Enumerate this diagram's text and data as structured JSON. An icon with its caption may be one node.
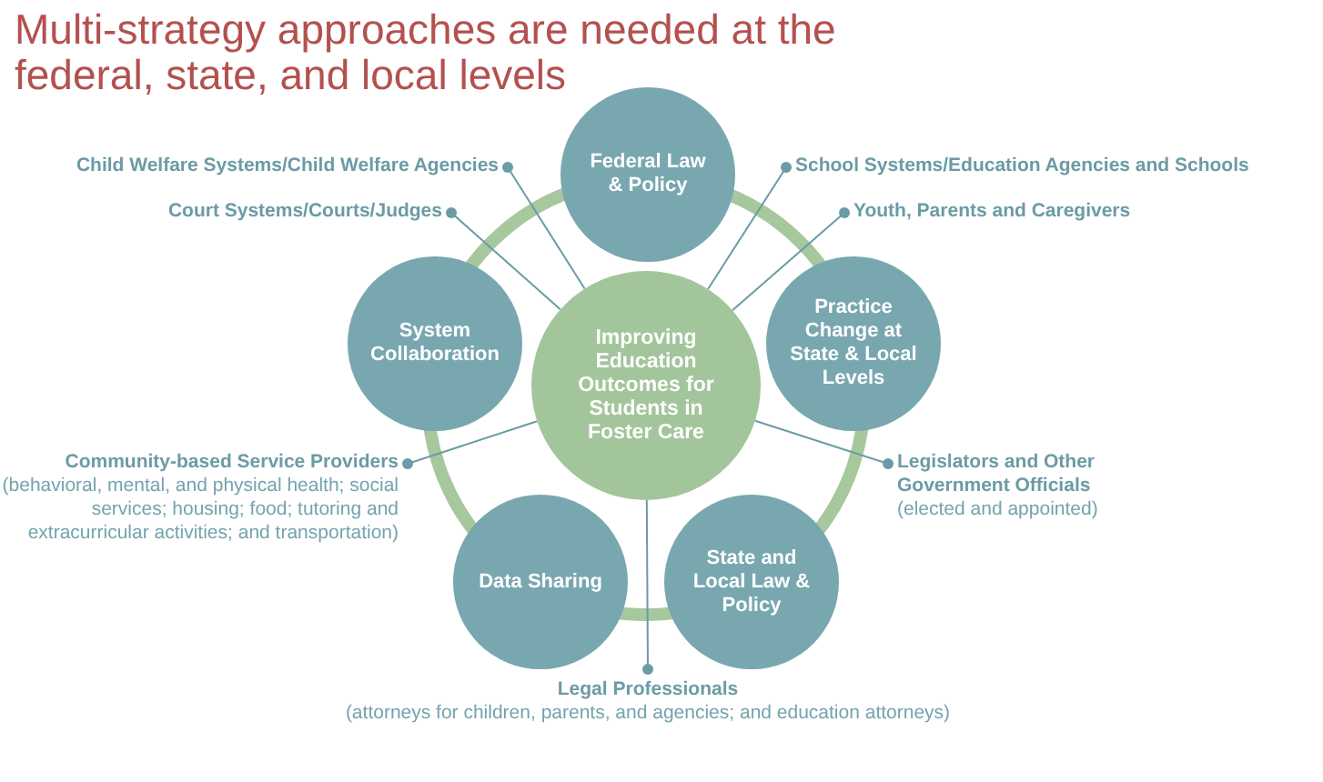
{
  "diagram": {
    "title": "Multi-strategy approaches are needed at the federal, state, and local levels",
    "nodes": [
      {
        "text": [
          "Improving Education Outcomes for Students in Foster Care"
        ]
      },
      {
        "text": [
          "Federal Law & Policy"
        ]
      },
      {
        "text": [
          "System Collaboration"
        ]
      },
      {
        "text": [
          "Practice Change at State & Local Levels"
        ]
      },
      {
        "text": [
          "Data Sharing"
        ]
      },
      {
        "text": [
          "State and Local Law & Policy"
        ]
      },
      {
        "text": [
          "Child Welfare Systems/Child Welfare Agencies"
        ]
      },
      {
        "text": [
          "Court Systems/Courts/Judges"
        ]
      },
      {
        "text": [
          "School Systems/Education Agencies and Schools"
        ]
      },
      {
        "text": [
          "Youth, Parents and Caregivers"
        ]
      },
      {
        "text": [
          "Community-based Service Providers",
          "(behavioral, mental, and physical health; social services; housing; food; tutoring and extracurricular activities; and transportation)"
        ]
      },
      {
        "text": [
          "Legislators and Other Government Officials",
          "(elected and appointed)"
        ]
      },
      {
        "text": [
          "Legal Professionals",
          "(attorneys for children, parents, and agencies; and education attorneys)"
        ]
      }
    ],
    "edges": [
      {
        "from": 6,
        "to": 0,
        "arrow": "other"
      },
      {
        "from": 7,
        "to": 0,
        "arrow": "other"
      },
      {
        "from": 8,
        "to": 0,
        "arrow": "other"
      },
      {
        "from": 9,
        "to": 0,
        "arrow": "other"
      },
      {
        "from": 10,
        "to": 0,
        "arrow": "other"
      },
      {
        "from": 11,
        "to": 0,
        "arrow": "other"
      },
      {
        "from": 12,
        "to": 0,
        "arrow": "other"
      }
    ]
  }
}
